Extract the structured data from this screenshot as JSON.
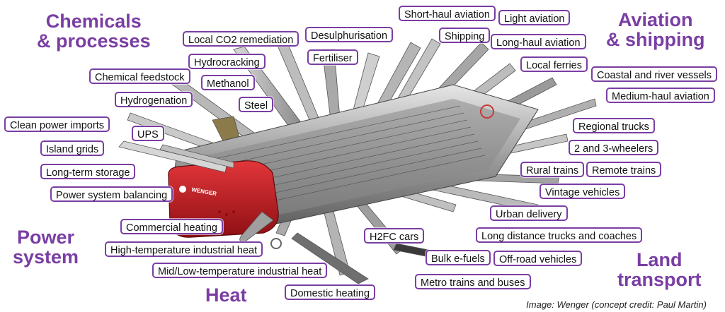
{
  "colors": {
    "accent": "#7a3ea3",
    "label_border": "#7a3ea3",
    "knife_red": "#c4161c"
  },
  "brand_on_knife": "WENGER",
  "categories": {
    "chemicals": [
      "Chemicals",
      "& processes"
    ],
    "aviation": [
      "Aviation",
      "& shipping"
    ],
    "power": [
      "Power",
      "system"
    ],
    "land": [
      "Land",
      "transport"
    ],
    "heat": "Heat"
  },
  "labels": {
    "short_haul_aviation": "Short-haul aviation",
    "light_aviation": "Light aviation",
    "shipping": "Shipping",
    "long_haul_aviation": "Long-haul aviation",
    "local_co2_remediation": "Local CO2 remediation",
    "desulphurisation": "Desulphurisation",
    "fertiliser": "Fertiliser",
    "hydrocracking": "Hydrocracking",
    "local_ferries": "Local ferries",
    "chemical_feedstock": "Chemical feedstock",
    "methanol": "Methanol",
    "coastal_river_vessels": "Coastal and river vessels",
    "medium_haul_aviation": "Medium-haul aviation",
    "hydrogenation": "Hydrogenation",
    "steel": "Steel",
    "clean_power_imports": "Clean power imports",
    "ups": "UPS",
    "regional_trucks": "Regional trucks",
    "island_grids": "Island grids",
    "two_three_wheelers": "2 and 3-wheelers",
    "long_term_storage": "Long-term storage",
    "rural_trains": "Rural trains",
    "remote_trains": "Remote trains",
    "power_system_balancing": "Power system balancing",
    "vintage_vehicles": "Vintage vehicles",
    "urban_delivery": "Urban delivery",
    "commercial_heating": "Commercial heating",
    "h2fc_cars": "H2FC cars",
    "long_distance_trucks": "Long distance trucks and coaches",
    "high_temp_heat": "High-temperature industrial heat",
    "bulk_efuels": "Bulk e-fuels",
    "offroad_vehicles": "Off-road vehicles",
    "mid_low_temp_heat": "Mid/Low-temperature industrial heat",
    "metro_trains_buses": "Metro trains and buses",
    "domestic_heating": "Domestic heating"
  },
  "credit": "Image: Wenger (concept credit: Paul Martin)"
}
